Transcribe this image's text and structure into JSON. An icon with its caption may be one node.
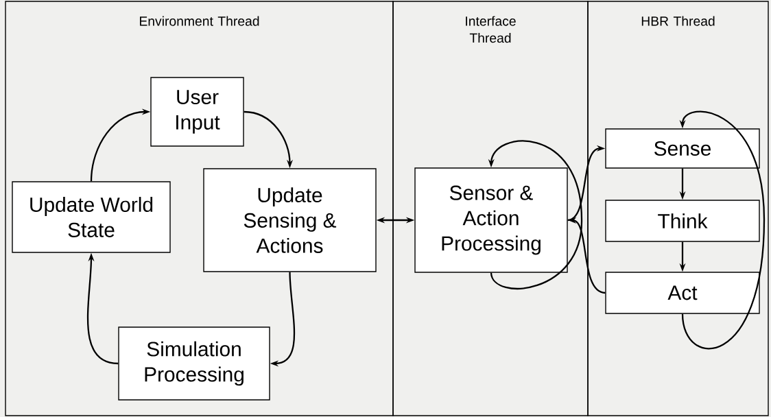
{
  "diagram": {
    "nodes": [
      {
        "text": [
          "Environment Thread"
        ]
      },
      {
        "text": [
          "User Input"
        ],
        "in": 0
      },
      {
        "text": [
          "Update World State"
        ],
        "in": 0
      },
      {
        "text": [
          "Update Sensing & Actions"
        ],
        "in": 0
      },
      {
        "text": [
          "Simulation Processing"
        ],
        "in": 0
      },
      {
        "text": [
          "Interface Thread"
        ]
      },
      {
        "text": [
          "Sensor & Action Processing"
        ],
        "in": 5
      },
      {
        "text": [
          "HBR Thread"
        ]
      },
      {
        "text": [
          "Sense"
        ],
        "in": 7
      },
      {
        "text": [
          "Think"
        ],
        "in": 7
      },
      {
        "text": [
          "Act"
        ],
        "in": 7
      }
    ],
    "edges": [
      {
        "from": 2,
        "to": 1,
        "arrow": "to"
      },
      {
        "from": 1,
        "to": 3,
        "arrow": "to"
      },
      {
        "from": 3,
        "to": 4,
        "arrow": "to"
      },
      {
        "from": 4,
        "to": 2,
        "arrow": "to"
      },
      {
        "from": 3,
        "to": 6,
        "arrow": "both"
      },
      {
        "from": 6,
        "to": 6,
        "arrow": "to"
      },
      {
        "from": 6,
        "to": 8,
        "arrow": "to"
      },
      {
        "from": 10,
        "to": 6,
        "arrow": "to"
      },
      {
        "from": 8,
        "to": 9,
        "arrow": "to"
      },
      {
        "from": 9,
        "to": 10,
        "arrow": "to"
      },
      {
        "from": 10,
        "to": 8,
        "arrow": "to"
      }
    ]
  }
}
